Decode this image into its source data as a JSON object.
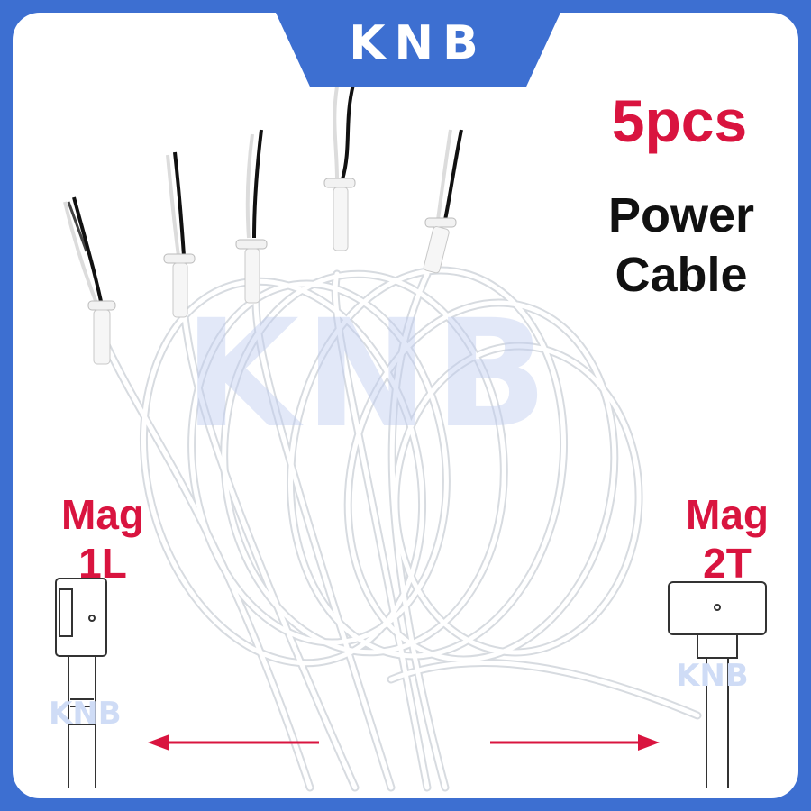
{
  "brand": "KNB",
  "quantity_label": "5pcs",
  "product_title_line1": "Power",
  "product_title_line2": "Cable",
  "left_connector": {
    "line1": "Mag",
    "line2": "1L"
  },
  "right_connector": {
    "line1": "Mag",
    "line2": "2T"
  },
  "watermark_text": "KNB",
  "colors": {
    "frame_blue": "#3d6fd1",
    "accent_red": "#d9143f",
    "text_black": "#111111"
  },
  "icons": [
    "magsafe-1-l-connector-icon",
    "magsafe-2-t-connector-icon",
    "arrow-left-icon",
    "arrow-right-icon"
  ]
}
